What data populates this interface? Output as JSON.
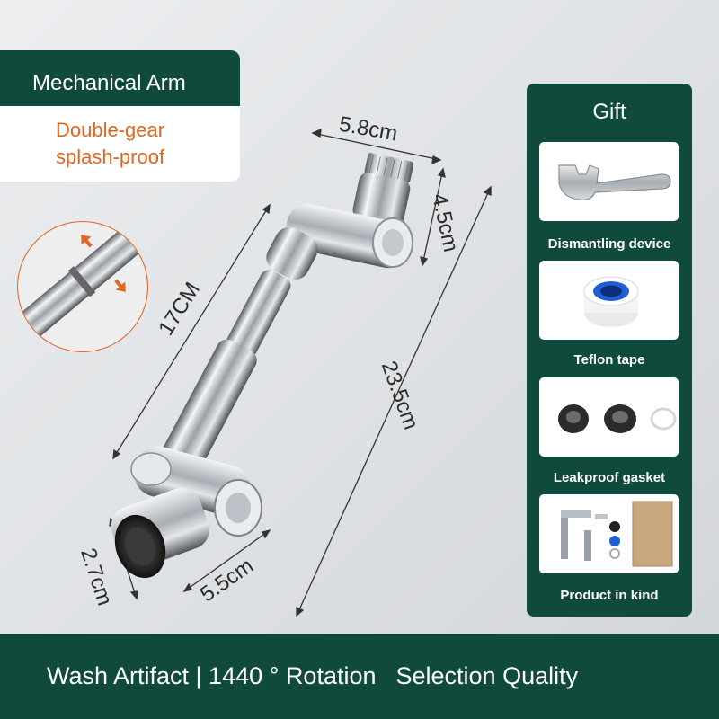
{
  "header": {
    "title": "Mechanical Arm",
    "subtitle_line1": "Double-gear",
    "subtitle_line2": "splash-proof"
  },
  "dimensions": {
    "top_width": "5.8cm",
    "top_height": "4.5cm",
    "arm_length": "17CM",
    "total_length": "23.5cm",
    "outlet_height": "2.7cm",
    "outlet_width": "5.5cm"
  },
  "gift_panel": {
    "title": "Gift",
    "items": [
      {
        "label": "Dismantling device",
        "icon": "wrench-icon"
      },
      {
        "label": "Teflon tape",
        "icon": "tape-roll-icon"
      },
      {
        "label": "Leakproof gasket",
        "icon": "gasket-icon"
      },
      {
        "label": "Product in kind",
        "icon": "product-kit-icon"
      }
    ]
  },
  "footer": {
    "part1": "Wash Artifact | 1440 ° Rotation",
    "part2": "Selection Quality"
  },
  "colors": {
    "brand_green": "#0f4a3c",
    "accent_orange": "#e0651f"
  }
}
